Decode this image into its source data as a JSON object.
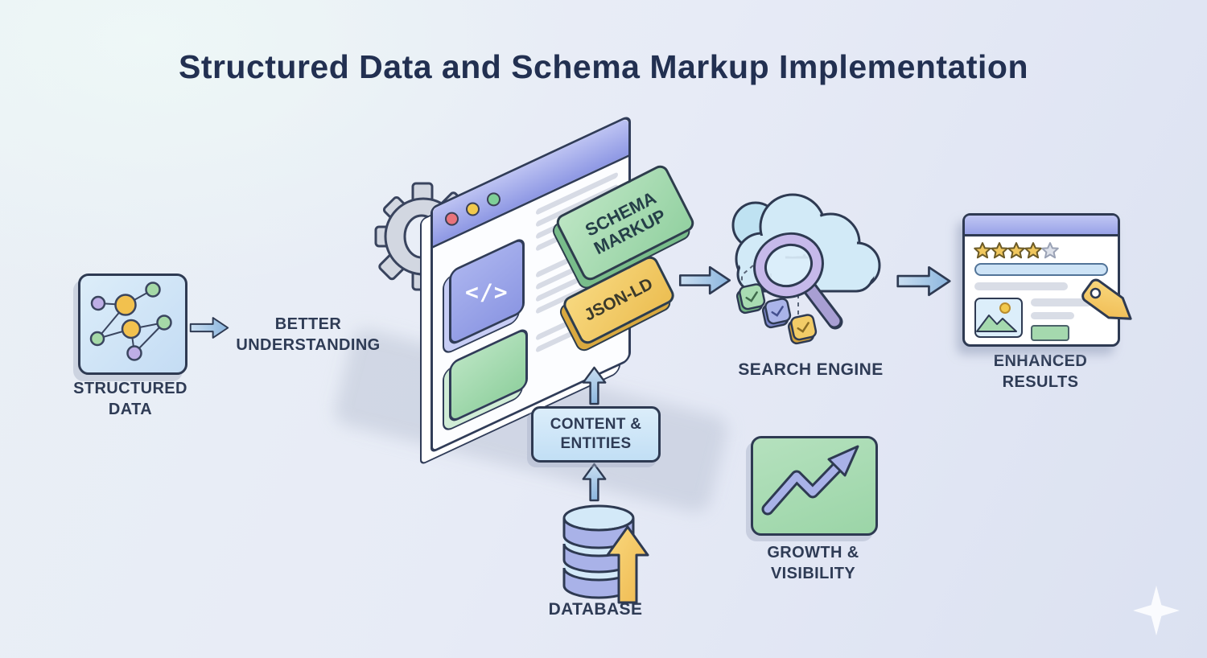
{
  "title": "Structured Data and Schema Markup Implementation",
  "labels": {
    "structured_data": {
      "line1": "STRUCTURED",
      "line2": "DATA"
    },
    "better_understanding": {
      "line1": "BETTER",
      "line2": "UNDERSTANDING"
    },
    "schema_markup": {
      "line1": "SCHEMA",
      "line2": "MARKUP"
    },
    "json_ld": "JSON-LD",
    "content_entities": {
      "line1": "CONTENT &",
      "line2": "ENTITIES"
    },
    "database": "DATABASE",
    "search_engine": "SEARCH ENGINE",
    "enhanced_results": {
      "line1": "ENHANCED",
      "line2": "RESULTS"
    },
    "growth_visibility": {
      "line1": "GROWTH &",
      "line2": "VISIBILITY"
    }
  },
  "browser": {
    "code_glyph": "</>"
  },
  "rating": {
    "filled_stars": 4,
    "total_stars": 5
  },
  "colors": {
    "outline": "#2e3a52",
    "text": "#2e3b55",
    "purple": "#9aa3e6",
    "green": "#a5d9ae",
    "yellow": "#f2c963",
    "blue_light": "#cfe4f7",
    "star_filled": "#f0c75e",
    "star_empty": "#dde1ea",
    "background_start": "#eaf0f5",
    "background_end": "#dbe1f1"
  },
  "icons": {
    "left": "network-graph-icon",
    "center": [
      "gear-icon",
      "browser-window-icon",
      "code-icon"
    ],
    "flow": [
      "right-arrow-icon",
      "up-arrow-icon"
    ],
    "search": [
      "cloud-icon",
      "magnifier-icon",
      "check-badge-icon"
    ],
    "results": [
      "star-rating-icon",
      "image-placeholder-icon",
      "price-tag-icon"
    ],
    "bottom": [
      "database-icon",
      "upload-arrow-icon",
      "trend-up-icon",
      "sparkle-icon"
    ]
  }
}
